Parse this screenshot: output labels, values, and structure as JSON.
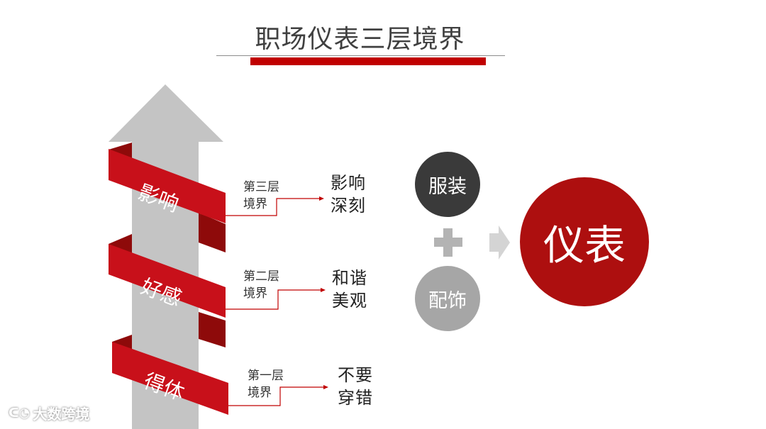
{
  "title": "职场仪表三层境界",
  "ribbons": [
    "影响",
    "好感",
    "得体"
  ],
  "levels": [
    {
      "label_line1": "第三层",
      "label_line2": "境界",
      "desc_line1": "影响",
      "desc_line2": "深刻"
    },
    {
      "label_line1": "第二层",
      "label_line2": "境界",
      "desc_line1": "和谐",
      "desc_line2": "美观"
    },
    {
      "label_line1": "第一层",
      "label_line2": "境界",
      "desc_line1": "不要",
      "desc_line2": "穿错"
    }
  ],
  "formula": {
    "clothing": "服装",
    "accessory": "配饰",
    "result": "仪表"
  },
  "watermark": "大数跨境",
  "colors": {
    "accent": "#c00000",
    "dark_red": "#ad0f0f",
    "arrow_gray": "#bfbfbf",
    "dark_gray": "#3a3a3a"
  },
  "icons": [
    "up-arrow",
    "plus-icon",
    "right-arrow-icon",
    "ribbon"
  ]
}
